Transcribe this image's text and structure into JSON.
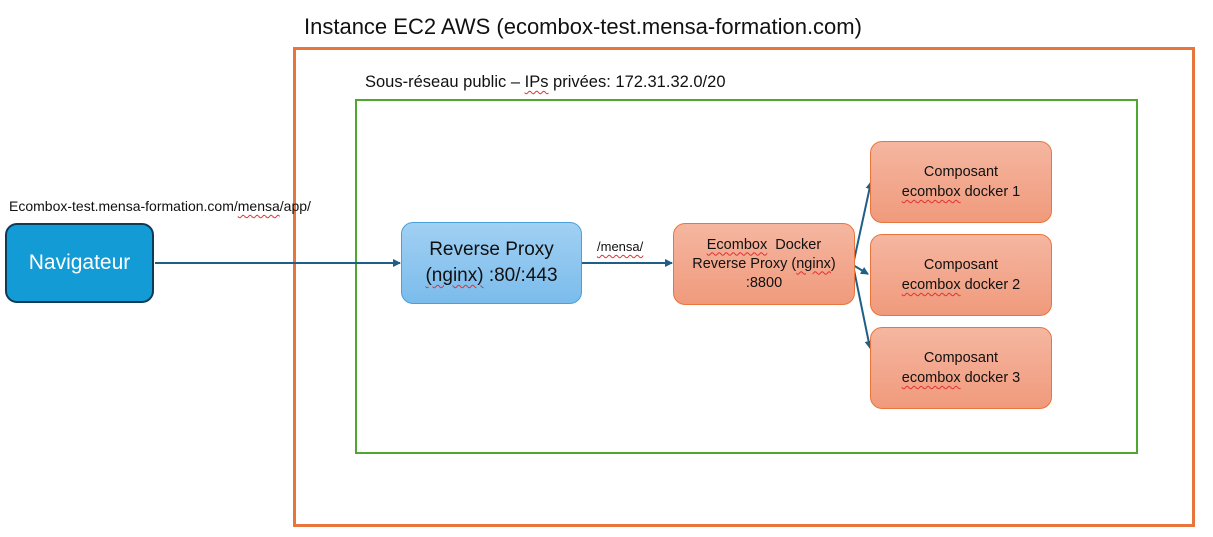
{
  "containers": {
    "ec2": {
      "title": "Instance EC2 AWS (ecombox-test.mensa-formation.com)",
      "border_color": "#e8763c"
    },
    "subnet": {
      "title_prefix": "Sous-réseau public – ",
      "title_ips": "IPs",
      "title_suffix": " privées: 172.31.32.0/20",
      "border_color": "#4ea72e"
    }
  },
  "url_label": {
    "prefix": "Ecombox-test.mensa-formation.com/",
    "mensa": "mensa",
    "suffix": "/app/"
  },
  "nodes": {
    "navigateur": {
      "label": "Navigateur",
      "color": "#139bd6"
    },
    "reverse_proxy": {
      "line1": "Reverse Proxy",
      "line2_nginx": "(nginx)",
      "line2_ports": " :80/:443",
      "color": "#7bbcec"
    },
    "ecombox_docker": {
      "line1_a": "Ecombox",
      "line1_b": "  Docker",
      "line2_a": "Reverse Proxy (",
      "line2_nginx": "nginx",
      "line2_b": ")",
      "line3": ":8800",
      "color": "#f09a7c"
    },
    "components": [
      {
        "line1": "Composant",
        "line2_a": "ecombox",
        "line2_b": " docker 1"
      },
      {
        "line1": "Composant",
        "line2_a": "ecombox",
        "line2_b": " docker 2"
      },
      {
        "line1": "Composant",
        "line2_a": "ecombox",
        "line2_b": " docker 3"
      }
    ]
  },
  "edges": {
    "mensa_label": "/mensa/",
    "arrow_color": "#1f5f86"
  }
}
